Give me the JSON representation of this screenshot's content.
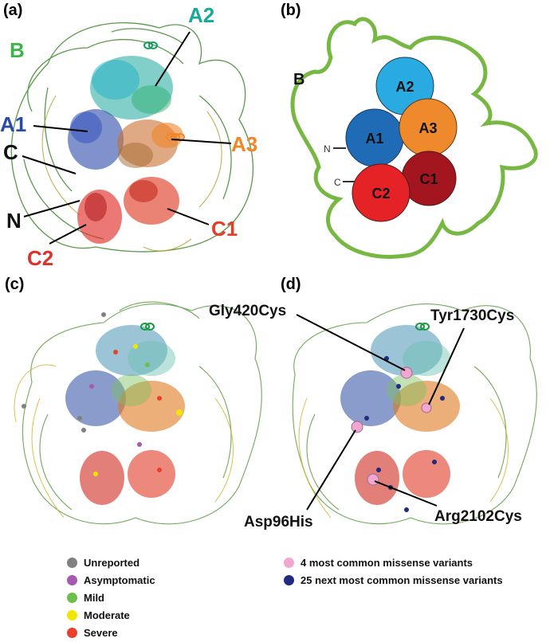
{
  "panels": {
    "a": {
      "label": "(a)",
      "domains": {
        "A2": "A2",
        "B": "B",
        "A1": "A1",
        "C": "C",
        "A3": "A3",
        "N": "N",
        "C1": "C1",
        "C2": "C2"
      }
    },
    "b": {
      "label": "(b)",
      "domains": {
        "B": "B",
        "A2": "A2",
        "A1": "A1",
        "A3": "A3",
        "C1": "C1",
        "C2": "C2",
        "N": "N",
        "C": "C"
      }
    },
    "c": {
      "label": "(c)"
    },
    "d": {
      "label": "(d)",
      "variants": {
        "v1": "Gly420Cys",
        "v2": "Tyr1730Cys",
        "v3": "Asp96His",
        "v4": "Arg2102Cys"
      }
    }
  },
  "legend_severity": [
    {
      "label": "Unreported",
      "color": "#808080"
    },
    {
      "label": "Asymptomatic",
      "color": "#a55ab0"
    },
    {
      "label": "Mild",
      "color": "#6cbf4a"
    },
    {
      "label": "Moderate",
      "color": "#f2e600"
    },
    {
      "label": "Severe",
      "color": "#e8402a"
    }
  ],
  "legend_variants": [
    {
      "label": "4 most common missense variants",
      "color": "#f0a8d0"
    },
    {
      "label": "25 next most common missense variants",
      "color": "#1f2a80"
    }
  ],
  "colors": {
    "B": "#3cb54a",
    "A1": "#2a4aa8",
    "A2": "#1aa89a",
    "A3": "#f0852a",
    "C1": "#e0402a",
    "C2": "#e0302a",
    "outline": "#77b843",
    "circleA2": "#29aae1",
    "circleA1": "#1f6bb5",
    "circleA3": "#ef8a2c",
    "circleC1": "#a3161f",
    "circleC2": "#e52327"
  }
}
